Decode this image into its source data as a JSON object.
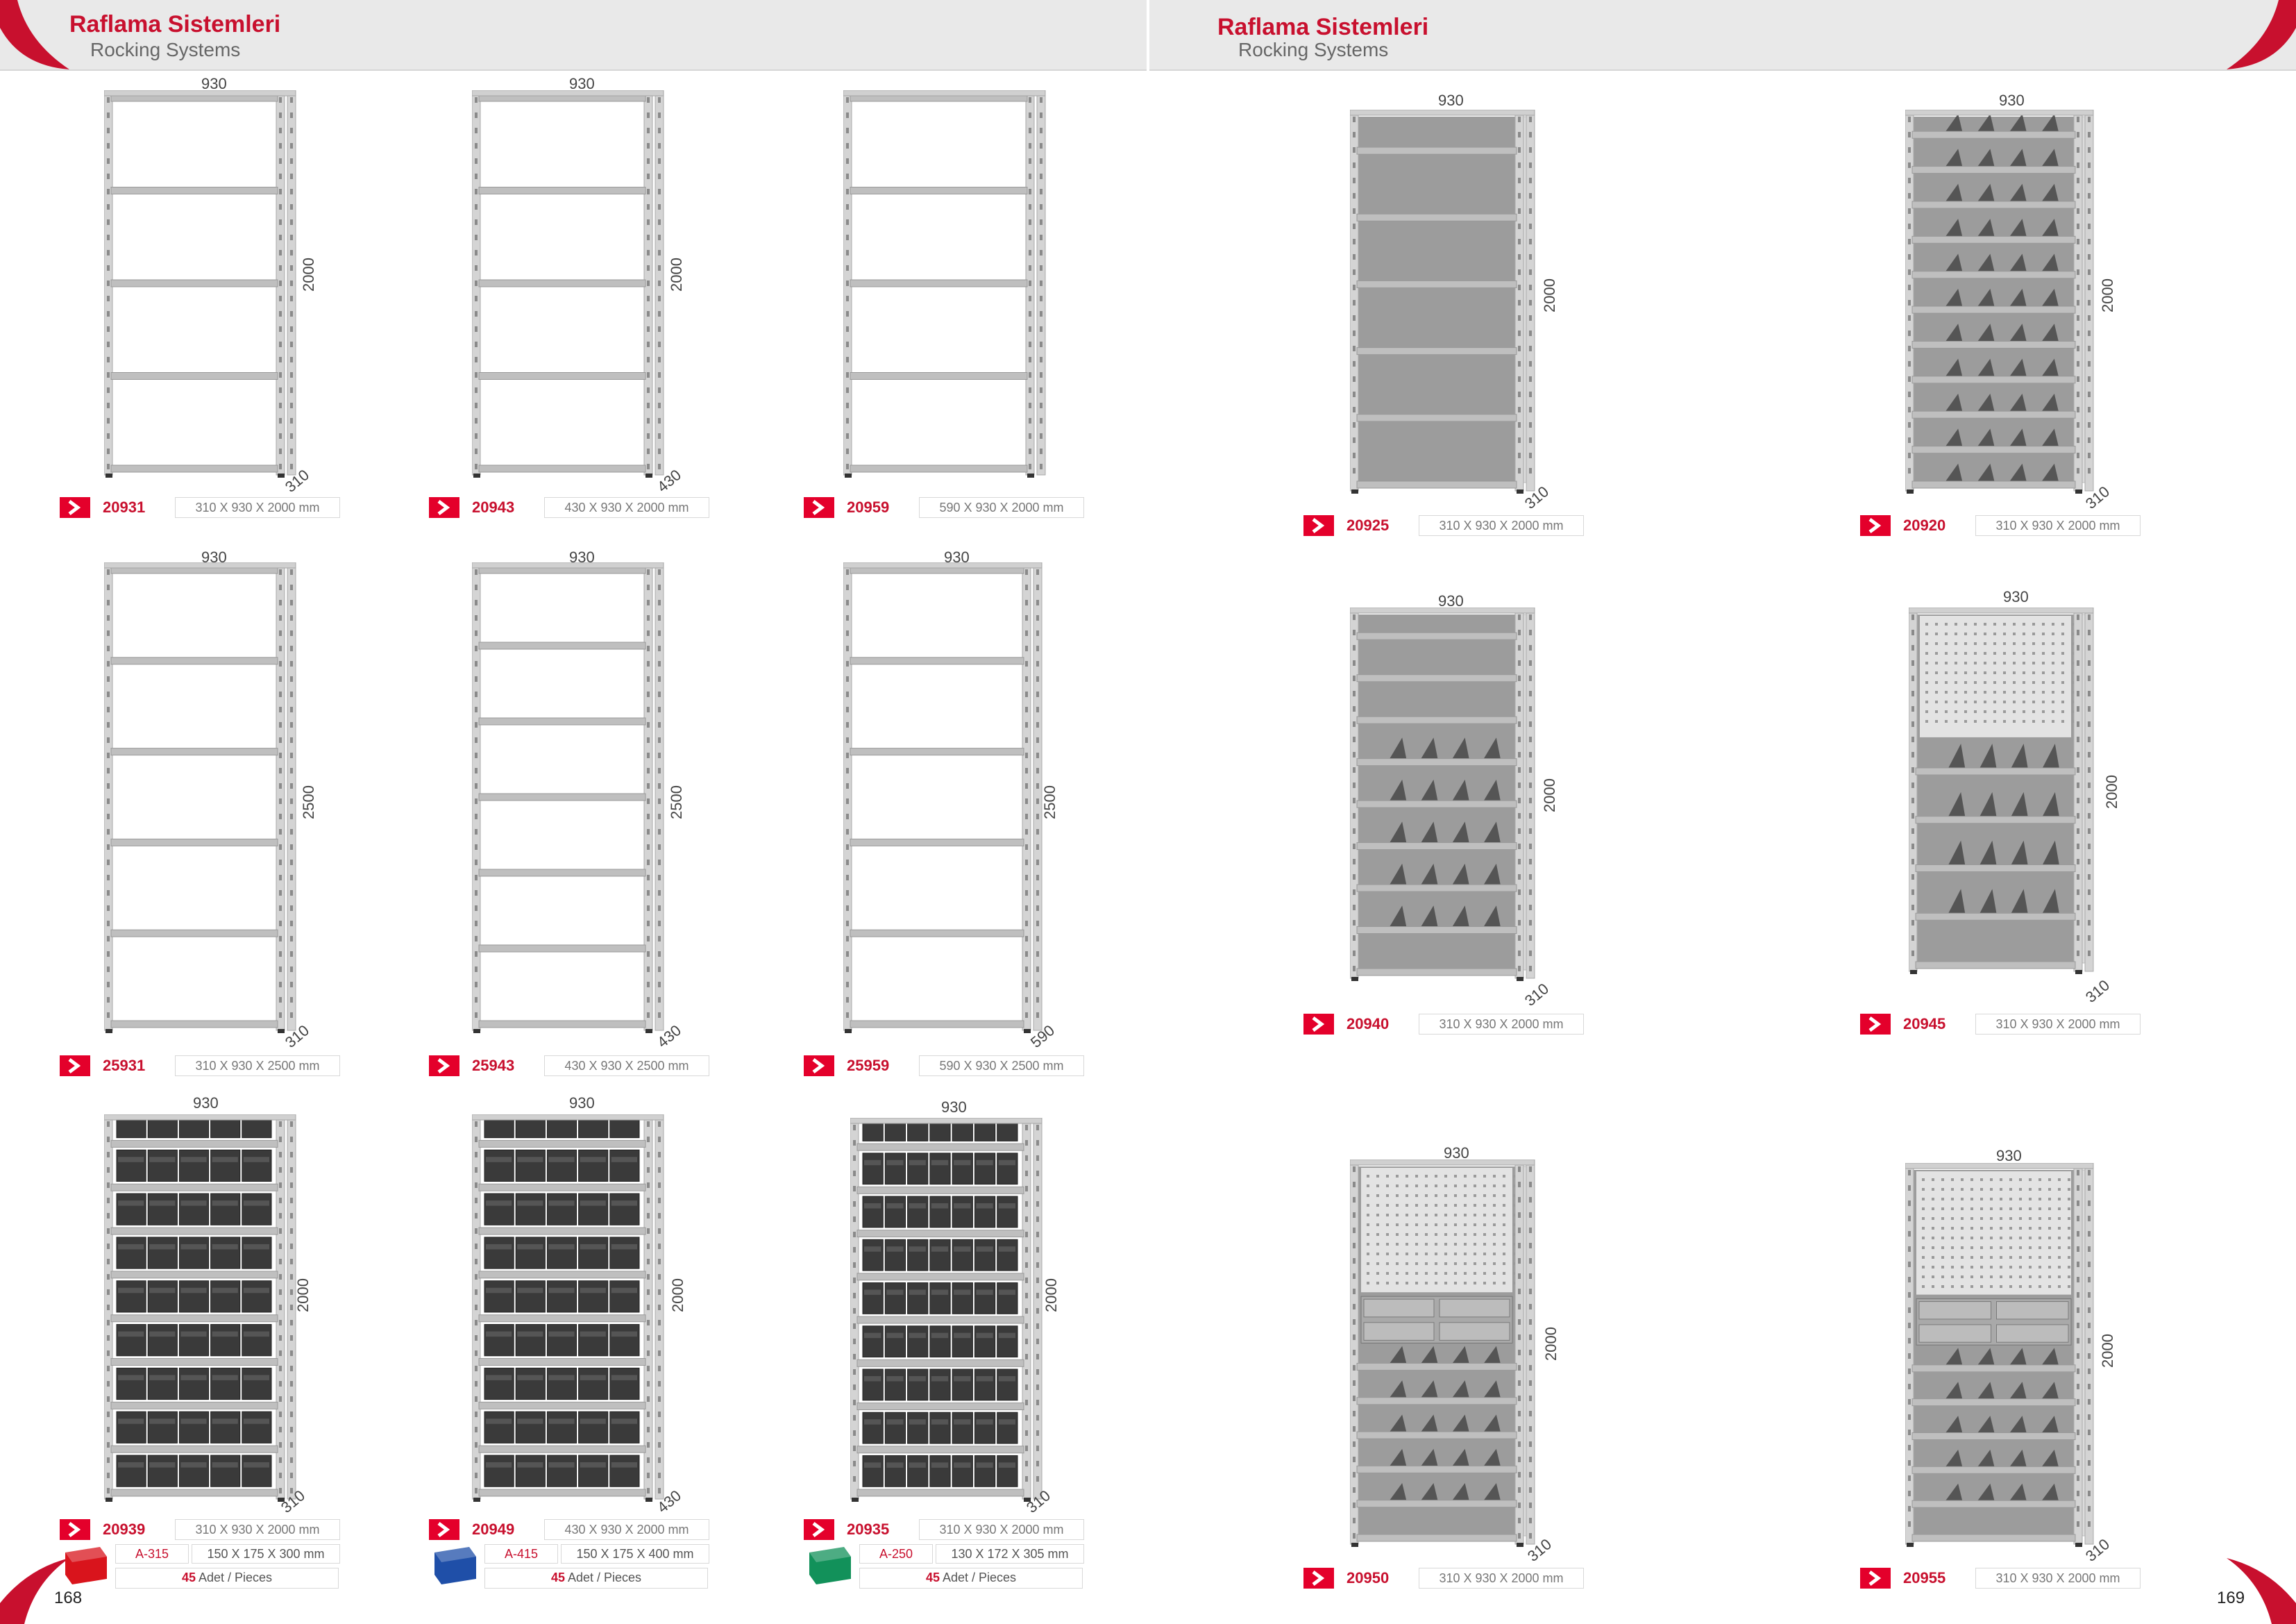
{
  "spread": {
    "left": {
      "title": "Raflama Sistemleri",
      "subtitle": "Rocking Systems",
      "page_number": "168"
    },
    "right": {
      "title": "Raflama Sistemleri",
      "subtitle": "Rocking Systems",
      "page_number": "169"
    }
  },
  "colors": {
    "brand_red": "#c8102e",
    "header_grey": "#e9e9e9",
    "rack_steel": "#c9c9c9",
    "bin_dark": "#3a3a3a"
  },
  "products": [
    {
      "code": "20931",
      "size": "310 X 930 X 2000 mm",
      "width": "930",
      "height": "2000",
      "depth": "310",
      "style": "open-5"
    },
    {
      "code": "20943",
      "size": "430 X 930 X 2000 mm",
      "width": "930",
      "height": "2000",
      "depth": "430",
      "style": "open-5"
    },
    {
      "code": "20959",
      "size": "590 X 930 X 2000 mm",
      "width": "",
      "height": "",
      "depth": "",
      "style": "open-5"
    },
    {
      "code": "25931",
      "size": "310 X 930 X 2500 mm",
      "width": "930",
      "height": "2500",
      "depth": "310",
      "style": "open-6"
    },
    {
      "code": "25943",
      "size": "430 X 930 X 2500 mm",
      "width": "930",
      "height": "2500",
      "depth": "430",
      "style": "open-7"
    },
    {
      "code": "25959",
      "size": "590 X 930 X 2500 mm",
      "width": "930",
      "height": "2500",
      "depth": "590",
      "style": "open-6"
    },
    {
      "code": "20939",
      "size": "310 X 930 X 2000 mm",
      "width": "930",
      "height": "2000",
      "depth": "310",
      "style": "bins-5",
      "bin": {
        "code": "A-315",
        "size": "150 X 175 X 300 mm",
        "qty": "45",
        "qty_label": "Adet / Pieces",
        "color": "#d9141c"
      }
    },
    {
      "code": "20949",
      "size": "430 X 930 X 2000 mm",
      "width": "930",
      "height": "2000",
      "depth": "430",
      "style": "bins-5",
      "bin": {
        "code": "A-415",
        "size": "150 X 175 X 400 mm",
        "qty": "45",
        "qty_label": "Adet / Pieces",
        "color": "#1f4fa8"
      }
    },
    {
      "code": "20935",
      "size": "310 X 930 X 2000 mm",
      "width": "930",
      "height": "2000",
      "depth": "310",
      "style": "bins-7",
      "bin": {
        "code": "A-250",
        "size": "130 X 172 X 305 mm",
        "qty": "45",
        "qty_label": "Adet / Pieces",
        "color": "#12915a"
      }
    },
    {
      "code": "20925",
      "size": "310 X 930 X 2000 mm",
      "width": "930",
      "height": "2000",
      "depth": "310",
      "style": "closed"
    },
    {
      "code": "20920",
      "size": "310 X 930 X 2000 mm",
      "width": "930",
      "height": "2000",
      "depth": "310",
      "style": "closed-dividers"
    },
    {
      "code": "20940",
      "size": "310 X 930 X 2000 mm",
      "width": "930",
      "height": "2000",
      "depth": "310",
      "style": "closed-mixed"
    },
    {
      "code": "20945",
      "size": "310 X 930 X 2000 mm",
      "width": "930",
      "height": "2000",
      "depth": "310",
      "style": "pegboard"
    },
    {
      "code": "20950",
      "size": "310 X 930 X 2000 mm",
      "width": "930",
      "height": "2000",
      "depth": "310",
      "style": "pegboard-drawers"
    },
    {
      "code": "20955",
      "size": "310 X 930 X 2000 mm",
      "width": "930",
      "height": "2000",
      "depth": "310",
      "style": "pegboard-drawers"
    }
  ]
}
